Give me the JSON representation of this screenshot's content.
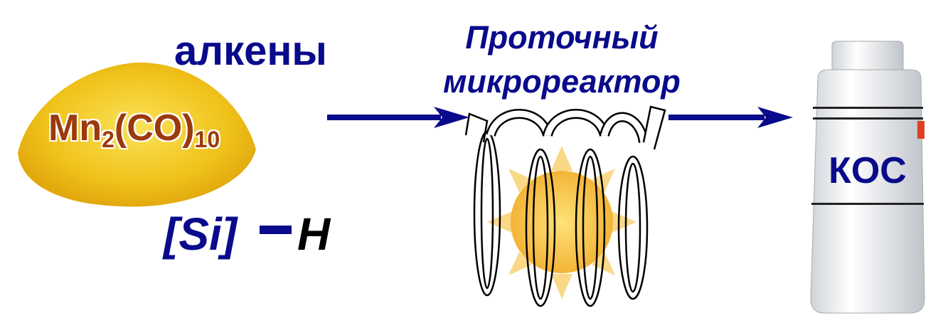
{
  "reagents": {
    "alkenes": "алкены",
    "catalyst_main": "Mn",
    "catalyst_sub1": "2",
    "catalyst_mid": "(CO)",
    "catalyst_sub2": "10",
    "silane_si": "[Si]",
    "silane_h": "H"
  },
  "reactor": {
    "title": "Проточный микрореактор"
  },
  "product": {
    "label": "КОС"
  },
  "colors": {
    "navy": "#0a0a8c",
    "catalyst": "#9b3a0c",
    "powder": "#f2c81e",
    "sun": "#f6c23c"
  }
}
